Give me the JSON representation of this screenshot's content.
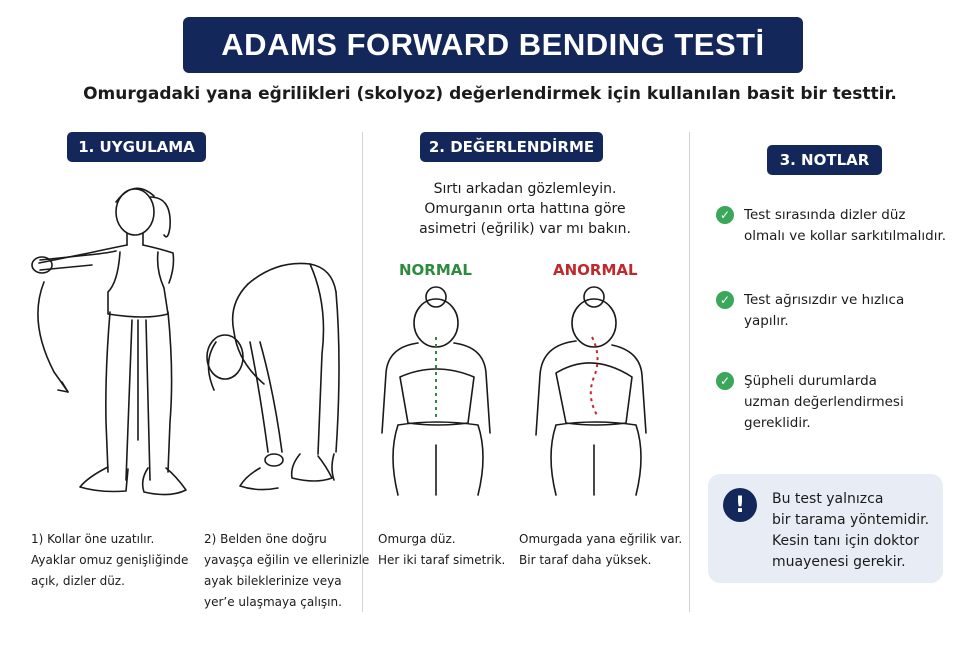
{
  "title": "ADAMS FORWARD BENDING TESTİ",
  "subtitle": "Omurgadaki yana eğrilikleri (skolyoz) değerlendirmek için kullanılan basit bir testtir.",
  "sections": {
    "uygulama": {
      "heading": "1. UYGULAMA",
      "step1": [
        "1) Kollar öne uzatılır.",
        "Ayaklar omuz genişliğinde",
        "açık, dizler düz."
      ],
      "step2": [
        "2) Belden öne doğru",
        "yavaşça eğilin ve ellerinizle",
        "ayak bileklerinize veya",
        "yer’e ulaşmaya çalışın."
      ]
    },
    "degerlendirme": {
      "heading": "2. DEĞERLENDİRME",
      "instruction": [
        "Sırtı arkadan gözlemleyin.",
        "Omurganın orta hattına göre",
        "asimetri (eğrilik) var mı bakın."
      ],
      "normal_label": "NORMAL",
      "abnormal_label": "ANORMAL",
      "normal_caption": [
        "Omurga düz.",
        "Her iki taraf simetrik."
      ],
      "abnormal_caption": [
        "Omurgada yana eğrilik var.",
        "Bir taraf daha yüksek."
      ],
      "normal_color": "#2e8a3e",
      "abnormal_color": "#c0282b"
    },
    "notlar": {
      "heading": "3. NOTLAR",
      "items": [
        [
          "Test sırasında dizler düz",
          "olmalı ve kollar sarkıtılmalıdır."
        ],
        [
          "Test ağrısızdır ve hızlıca",
          "yapılır."
        ],
        [
          "Şüpheli durumlarda",
          "uzman değerlendirmesi",
          "gereklidir."
        ]
      ],
      "info_icon": "!",
      "info": [
        "Bu test yalnızca",
        "bir tarama yöntemidir.",
        "Kesin tanı için doktor",
        "muayenesi gerekir."
      ]
    }
  },
  "colors": {
    "navy": "#13275a",
    "check_green": "#3aa75a",
    "info_bg": "#e8edf5"
  }
}
